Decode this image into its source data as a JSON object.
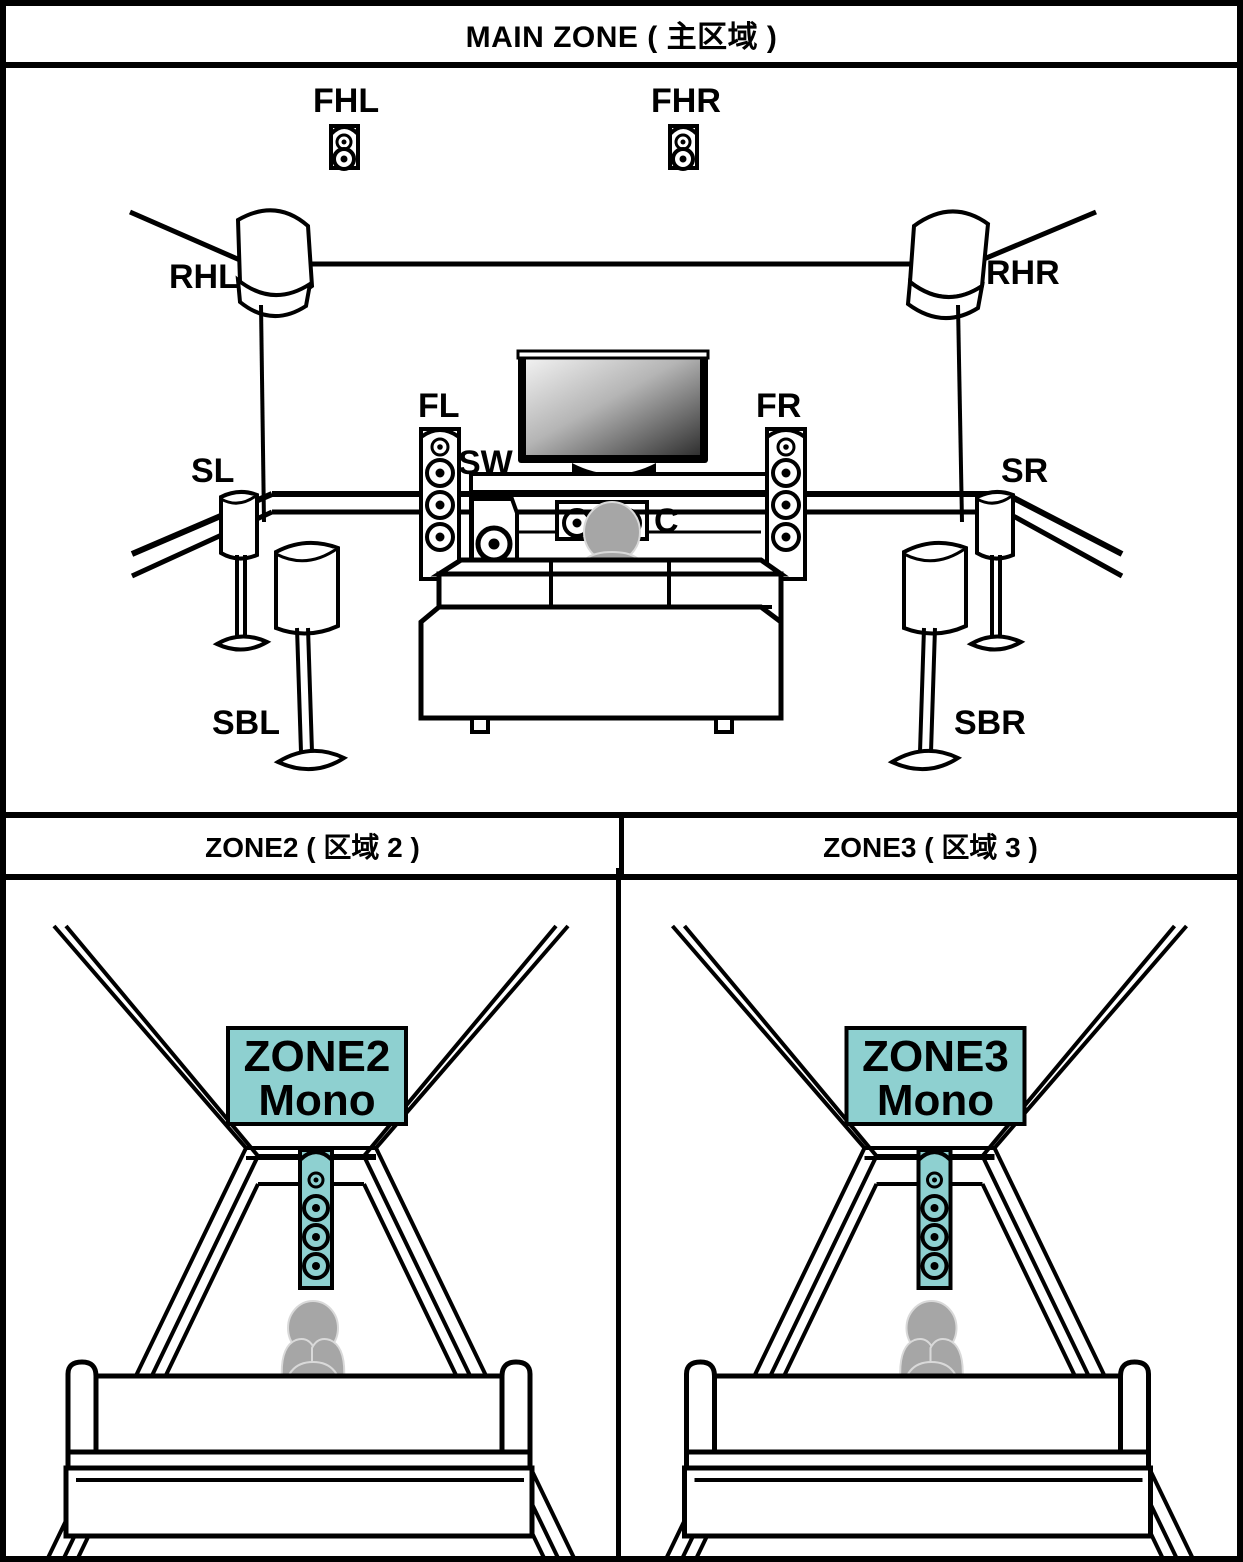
{
  "diagram": {
    "title": "Speaker layout zones",
    "accent_color": "#8ed0d0",
    "line_color": "#000000",
    "person_color": "#a6a6a6"
  },
  "main_zone": {
    "header": "MAIN ZONE ( 主区域 )",
    "speakers": [
      {
        "code": "RHL",
        "name": "rear-height-left"
      },
      {
        "code": "FHL",
        "name": "front-height-left"
      },
      {
        "code": "FHR",
        "name": "front-height-right"
      },
      {
        "code": "RHR",
        "name": "rear-height-right"
      },
      {
        "code": "FL",
        "name": "front-left"
      },
      {
        "code": "SW",
        "name": "subwoofer"
      },
      {
        "code": "C",
        "name": "center"
      },
      {
        "code": "FR",
        "name": "front-right"
      },
      {
        "code": "SL",
        "name": "surround-left"
      },
      {
        "code": "SR",
        "name": "surround-right"
      },
      {
        "code": "SBL",
        "name": "surround-back-left"
      },
      {
        "code": "SBR",
        "name": "surround-back-right"
      }
    ]
  },
  "zone2": {
    "header": "ZONE2 ( 区域 2 )",
    "badge_line1": "ZONE2",
    "badge_line2": "Mono"
  },
  "zone3": {
    "header": "ZONE3 ( 区域 3 )",
    "badge_line1": "ZONE3",
    "badge_line2": "Mono"
  }
}
